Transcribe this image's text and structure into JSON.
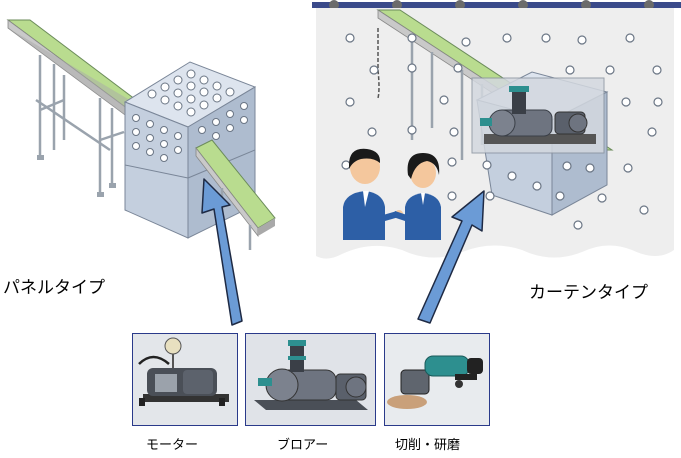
{
  "labels": {
    "panel_type": "パネルタイプ",
    "curtain_type": "カーテンタイプ",
    "motor": "モーター",
    "blower": "ブロアー",
    "cutting_grinding": "切削・研磨"
  },
  "colors": {
    "arrow_fill": "#6b9bd6",
    "arrow_stroke": "#1e2a44",
    "thumb_border": "#2a3a8a",
    "conveyor_belt": "#b9dc8f",
    "box_face": "#c9d3e1",
    "curtain_bg": "#eeeeee"
  },
  "icons": [
    "panel-enclosure-illustration",
    "curtain-enclosure-illustration",
    "workers-illustration",
    "motor-image",
    "blower-image",
    "grinder-image"
  ]
}
